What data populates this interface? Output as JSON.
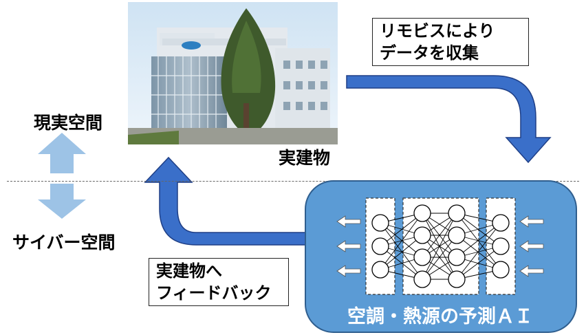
{
  "labels": {
    "real_space": "現実空間",
    "cyber_space": "サイバー空間",
    "building": "実建物"
  },
  "callouts": {
    "collect_line1": "リモビスにより",
    "collect_line2": "データを収集",
    "feedback_line1": "実建物へ",
    "feedback_line2": "フィードバック"
  },
  "ai_panel": {
    "title": "空調・熱源の予測ＡＩ"
  },
  "colors": {
    "arrow_blue": "#3a6fc9",
    "panel_blue": "#5b9bd5",
    "updown_arrow": "#9dc3e6"
  },
  "icons": {
    "photo": "building-photo",
    "collect_arrow": "curved-arrow-down-icon",
    "feedback_arrow": "curved-arrow-up-icon",
    "up_arrow": "arrow-up-icon",
    "down_arrow": "arrow-down-icon"
  }
}
